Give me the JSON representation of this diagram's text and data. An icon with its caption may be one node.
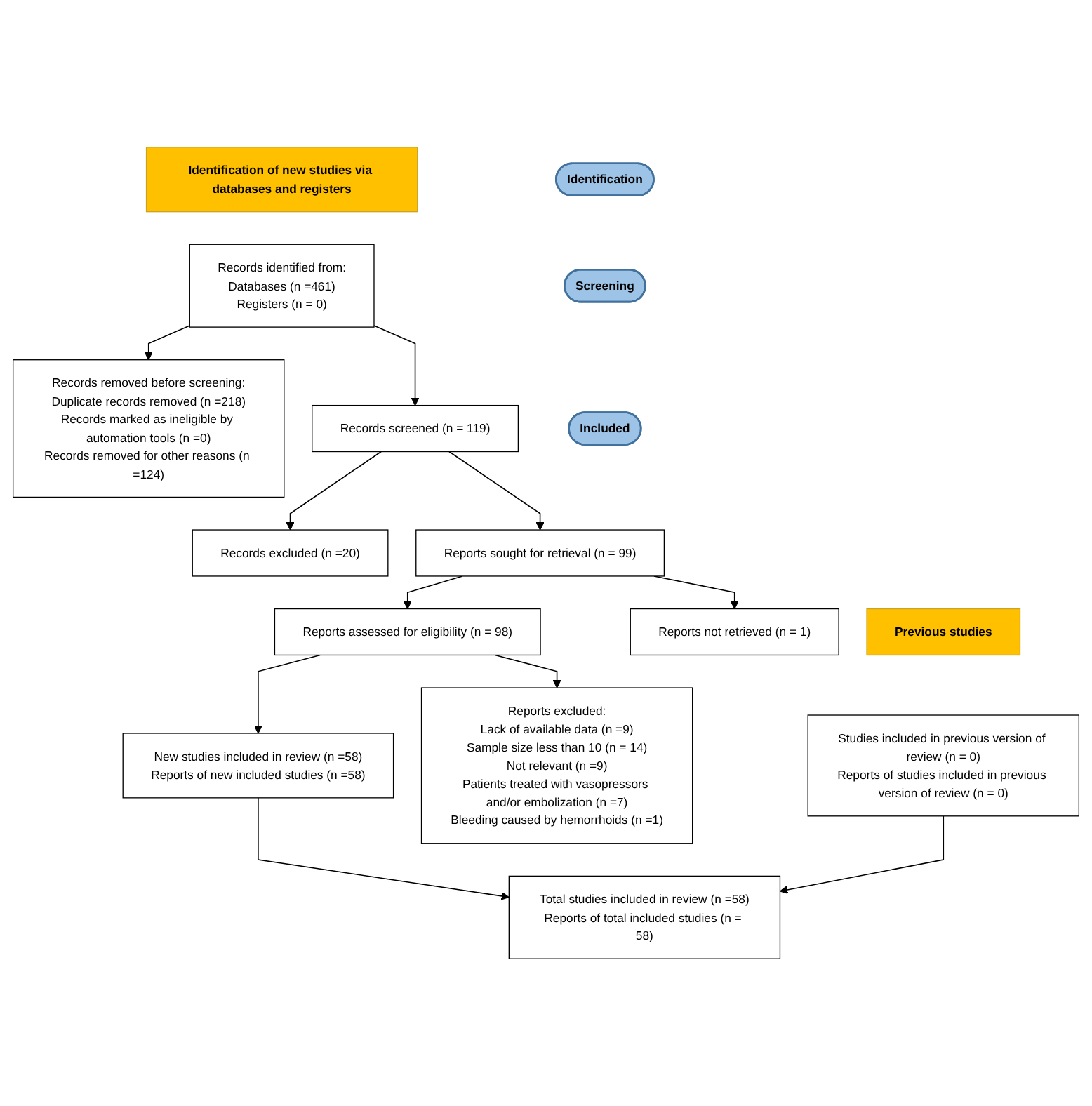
{
  "diagram": {
    "nodes": [
      {
        "text": [
          "Previous studies"
        ]
      },
      {
        "text": [
          "Identification of new studies via databases and registers"
        ]
      },
      {
        "text": [
          "Identification"
        ]
      },
      {
        "text": [
          "Studies included in previous version of review (n = 0)",
          "Reports of studies included in previous version of review (n = 0)"
        ]
      },
      {
        "text": [
          "Records identified from:",
          "Databases (n =461)",
          "Registers (n = 0)"
        ]
      },
      {
        "text": [
          "Records removed before screening:",
          "Duplicate records removed (n =218)",
          "Records marked as ineligible by automation tools (n =0)",
          "Records removed for other reasons (n =124)"
        ]
      },
      {
        "text": [
          "Screening"
        ]
      },
      {
        "text": [
          "Records screened (n = 119)"
        ]
      },
      {
        "text": [
          "Records excluded (n =20)"
        ]
      },
      {
        "text": [
          "Reports sought for retrieval (n = 99)"
        ]
      },
      {
        "text": [
          "Reports not retrieved (n = 1)"
        ]
      },
      {
        "text": [
          "Reports assessed for eligibility (n = 98)"
        ]
      },
      {
        "text": [
          "Reports excluded:",
          "Lack of available data (n =9)",
          "Sample size less than 10 (n = 14)",
          "Not relevant (n =9)",
          "Patients treated with vasopressors and/or embolization (n =7)",
          "Bleeding caused by hemorrhoids (n =1)"
        ]
      },
      {
        "text": [
          "Included"
        ]
      },
      {
        "text": [
          "New studies included in review (n =58)",
          "Reports of new included studies (n =58)"
        ]
      },
      {
        "text": [
          "Total studies included in review (n =58)",
          "Reports of total included studies (n = 58)"
        ]
      }
    ],
    "edges": [
      {
        "from": 4,
        "to": 5,
        "arrow": "to"
      },
      {
        "from": 4,
        "to": 7,
        "arrow": "to"
      },
      {
        "from": 7,
        "to": 8,
        "arrow": "to"
      },
      {
        "from": 7,
        "to": 9,
        "arrow": "to"
      },
      {
        "from": 9,
        "to": 10,
        "arrow": "to"
      },
      {
        "from": 9,
        "to": 11,
        "arrow": "to"
      },
      {
        "from": 11,
        "to": 12,
        "arrow": "to"
      },
      {
        "from": 11,
        "to": 14,
        "arrow": "to"
      },
      {
        "from": 14,
        "to": 15,
        "arrow": "to"
      },
      {
        "from": 3,
        "to": 15,
        "arrow": "to"
      }
    ]
  }
}
